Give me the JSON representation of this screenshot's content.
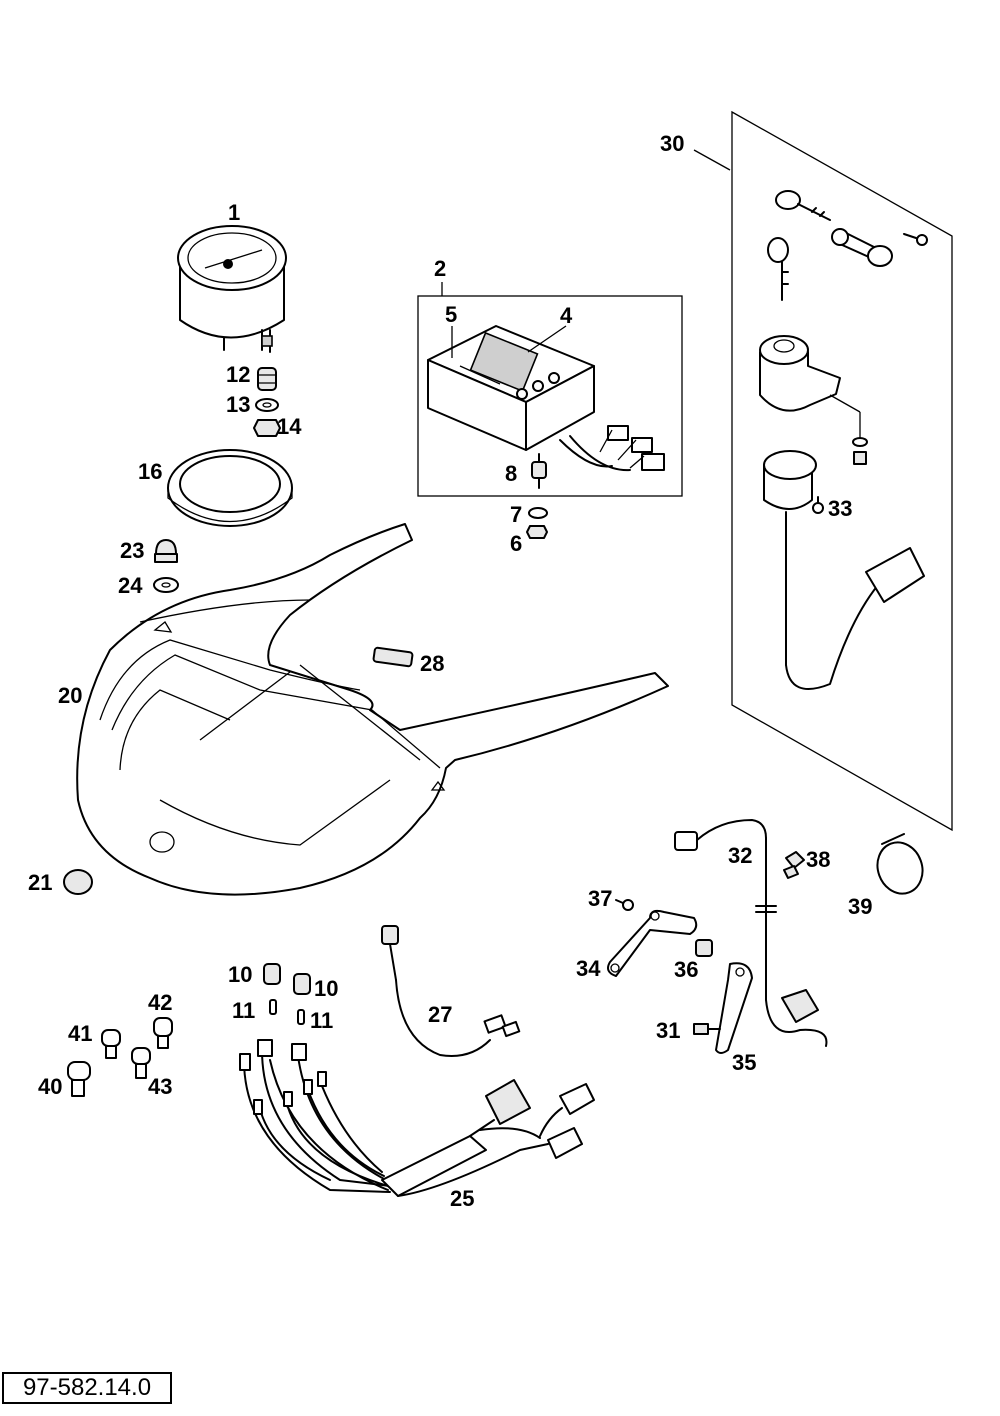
{
  "drawing_number": "97-582.14.0",
  "callouts": {
    "c1": "1",
    "c2": "2",
    "c4": "4",
    "c5": "5",
    "c6": "6",
    "c7": "7",
    "c8": "8",
    "c10a": "10",
    "c10b": "10",
    "c11a": "11",
    "c11b": "11",
    "c12": "12",
    "c13": "13",
    "c14": "14",
    "c16": "16",
    "c20": "20",
    "c21": "21",
    "c23": "23",
    "c24": "24",
    "c25": "25",
    "c27": "27",
    "c28": "28",
    "c30": "30",
    "c31": "31",
    "c32": "32",
    "c33": "33",
    "c34": "34",
    "c35": "35",
    "c36": "36",
    "c37": "37",
    "c38": "38",
    "c39": "39",
    "c40": "40",
    "c41": "41",
    "c42": "42",
    "c43": "43"
  }
}
